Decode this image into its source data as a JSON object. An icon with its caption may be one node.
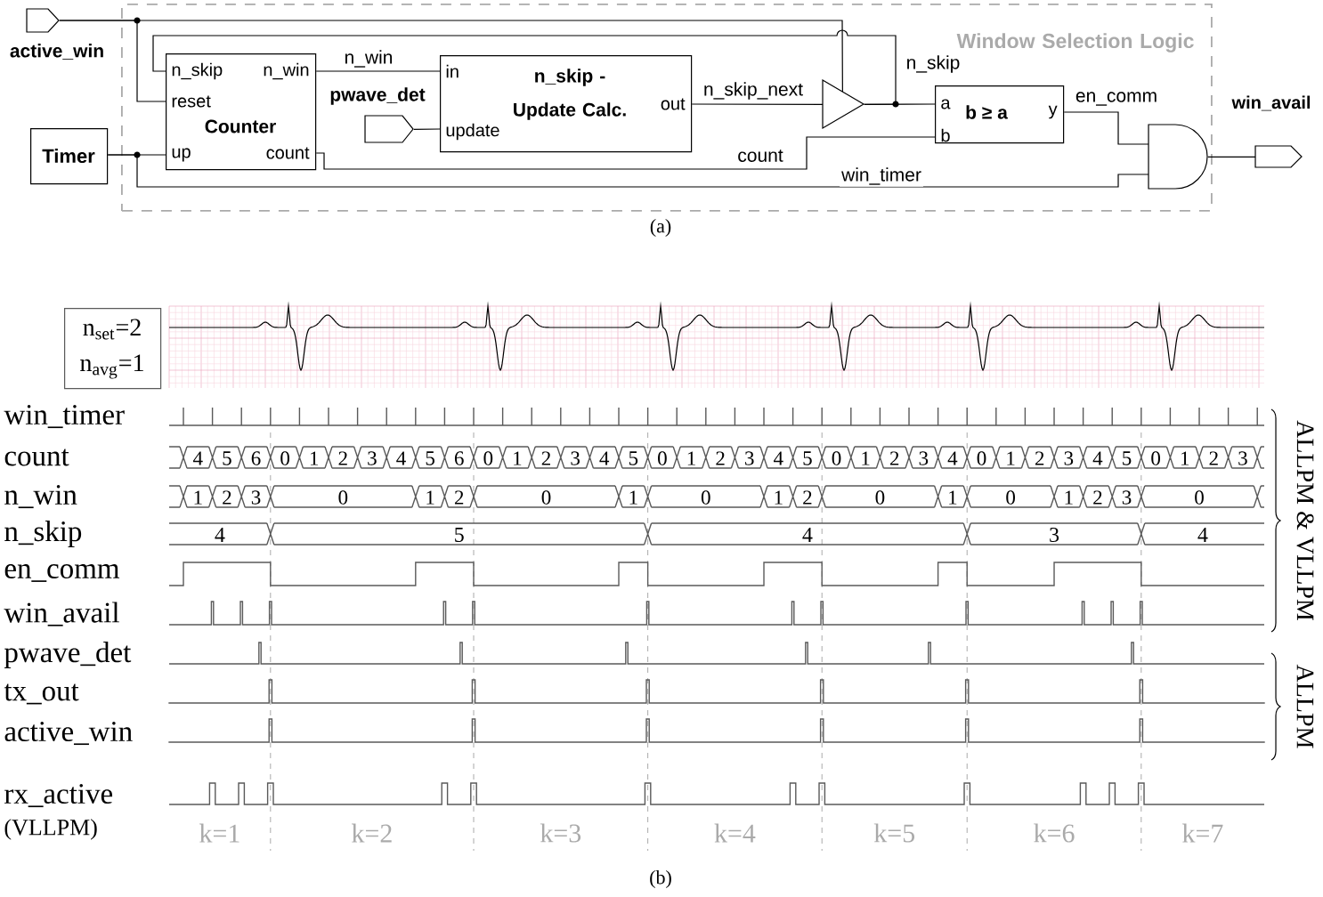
{
  "diagram": {
    "nodes": [
      {
        "text": [
          "active_win"
        ]
      },
      {
        "text": [
          "Timer"
        ]
      },
      {
        "text": [
          "Window Selection Logic"
        ]
      },
      {
        "text": [
          "n_skip",
          "n_win",
          "reset",
          "Counter",
          "up",
          "count"
        ],
        "in": 2
      },
      {
        "text": [
          "pwave_det"
        ],
        "in": 2
      },
      {
        "text": [
          "in",
          "n_skip - Update Calc.",
          "out",
          "update"
        ],
        "in": 2
      },
      {
        "text": [],
        "shape": "triangle",
        "in": 2
      },
      {
        "text": [
          "a",
          "b ≥ a",
          "y",
          "b"
        ],
        "in": 2
      },
      {
        "text": [],
        "shape": "gate",
        "in": 2
      },
      {
        "text": [
          "win_avail"
        ]
      },
      {
        "text": [
          "n$_{set}$=2",
          "n$_{avg}$=1"
        ]
      }
    ],
    "edges": [
      {
        "from": 0,
        "to": 3,
        "arrow": "none"
      },
      {
        "from": 0,
        "to": 6,
        "arrow": "none"
      },
      {
        "from": 1,
        "to": 3,
        "arrow": "none"
      },
      {
        "from": 1,
        "to": 8,
        "label": "win_timer",
        "arrow": "none"
      },
      {
        "from": 3,
        "to": 5,
        "label": "n_win",
        "arrow": "none"
      },
      {
        "from": 4,
        "to": 5,
        "arrow": "none"
      },
      {
        "from": 5,
        "to": 6,
        "label": "n_skip_next",
        "arrow": "none"
      },
      {
        "from": 6,
        "to": 7,
        "arrow": "none"
      },
      {
        "from": 6,
        "to": 3,
        "label": "n_skip",
        "arrow": "none"
      },
      {
        "from": 3,
        "to": 7,
        "label": "count",
        "arrow": "none"
      },
      {
        "from": 7,
        "to": 8,
        "label": "en_comm",
        "arrow": "none"
      },
      {
        "from": 8,
        "to": 9,
        "arrow": "none"
      }
    ],
    "labels": [
      "(a)",
      "win_timer",
      "count",
      "4",
      "5",
      "6",
      "0",
      "1",
      "2",
      "3",
      "4",
      "5",
      "6",
      "0",
      "1",
      "2",
      "3",
      "4",
      "5",
      "0",
      "1",
      "2",
      "3",
      "4",
      "5",
      "0",
      "1",
      "2",
      "3",
      "4",
      "0",
      "1",
      "2",
      "3",
      "4",
      "5",
      "0",
      "1",
      "2",
      "3",
      "n_win",
      "1",
      "2",
      "3",
      "0",
      "1",
      "2",
      "0",
      "1",
      "0",
      "1",
      "2",
      "0",
      "1",
      "0",
      "1",
      "2",
      "3",
      "0",
      "n_skip",
      "4",
      "5",
      "4",
      "3",
      "4",
      "en_comm",
      "win_avail",
      "pwave_det",
      "tx_out",
      "active_win",
      "rx_active",
      "(VLLPM)",
      "k=1",
      "k=2",
      "k=3",
      "k=4",
      "k=5",
      "k=6",
      "k=7",
      "ALLPM & VLLPM",
      "ALLPM",
      "(b)"
    ]
  }
}
